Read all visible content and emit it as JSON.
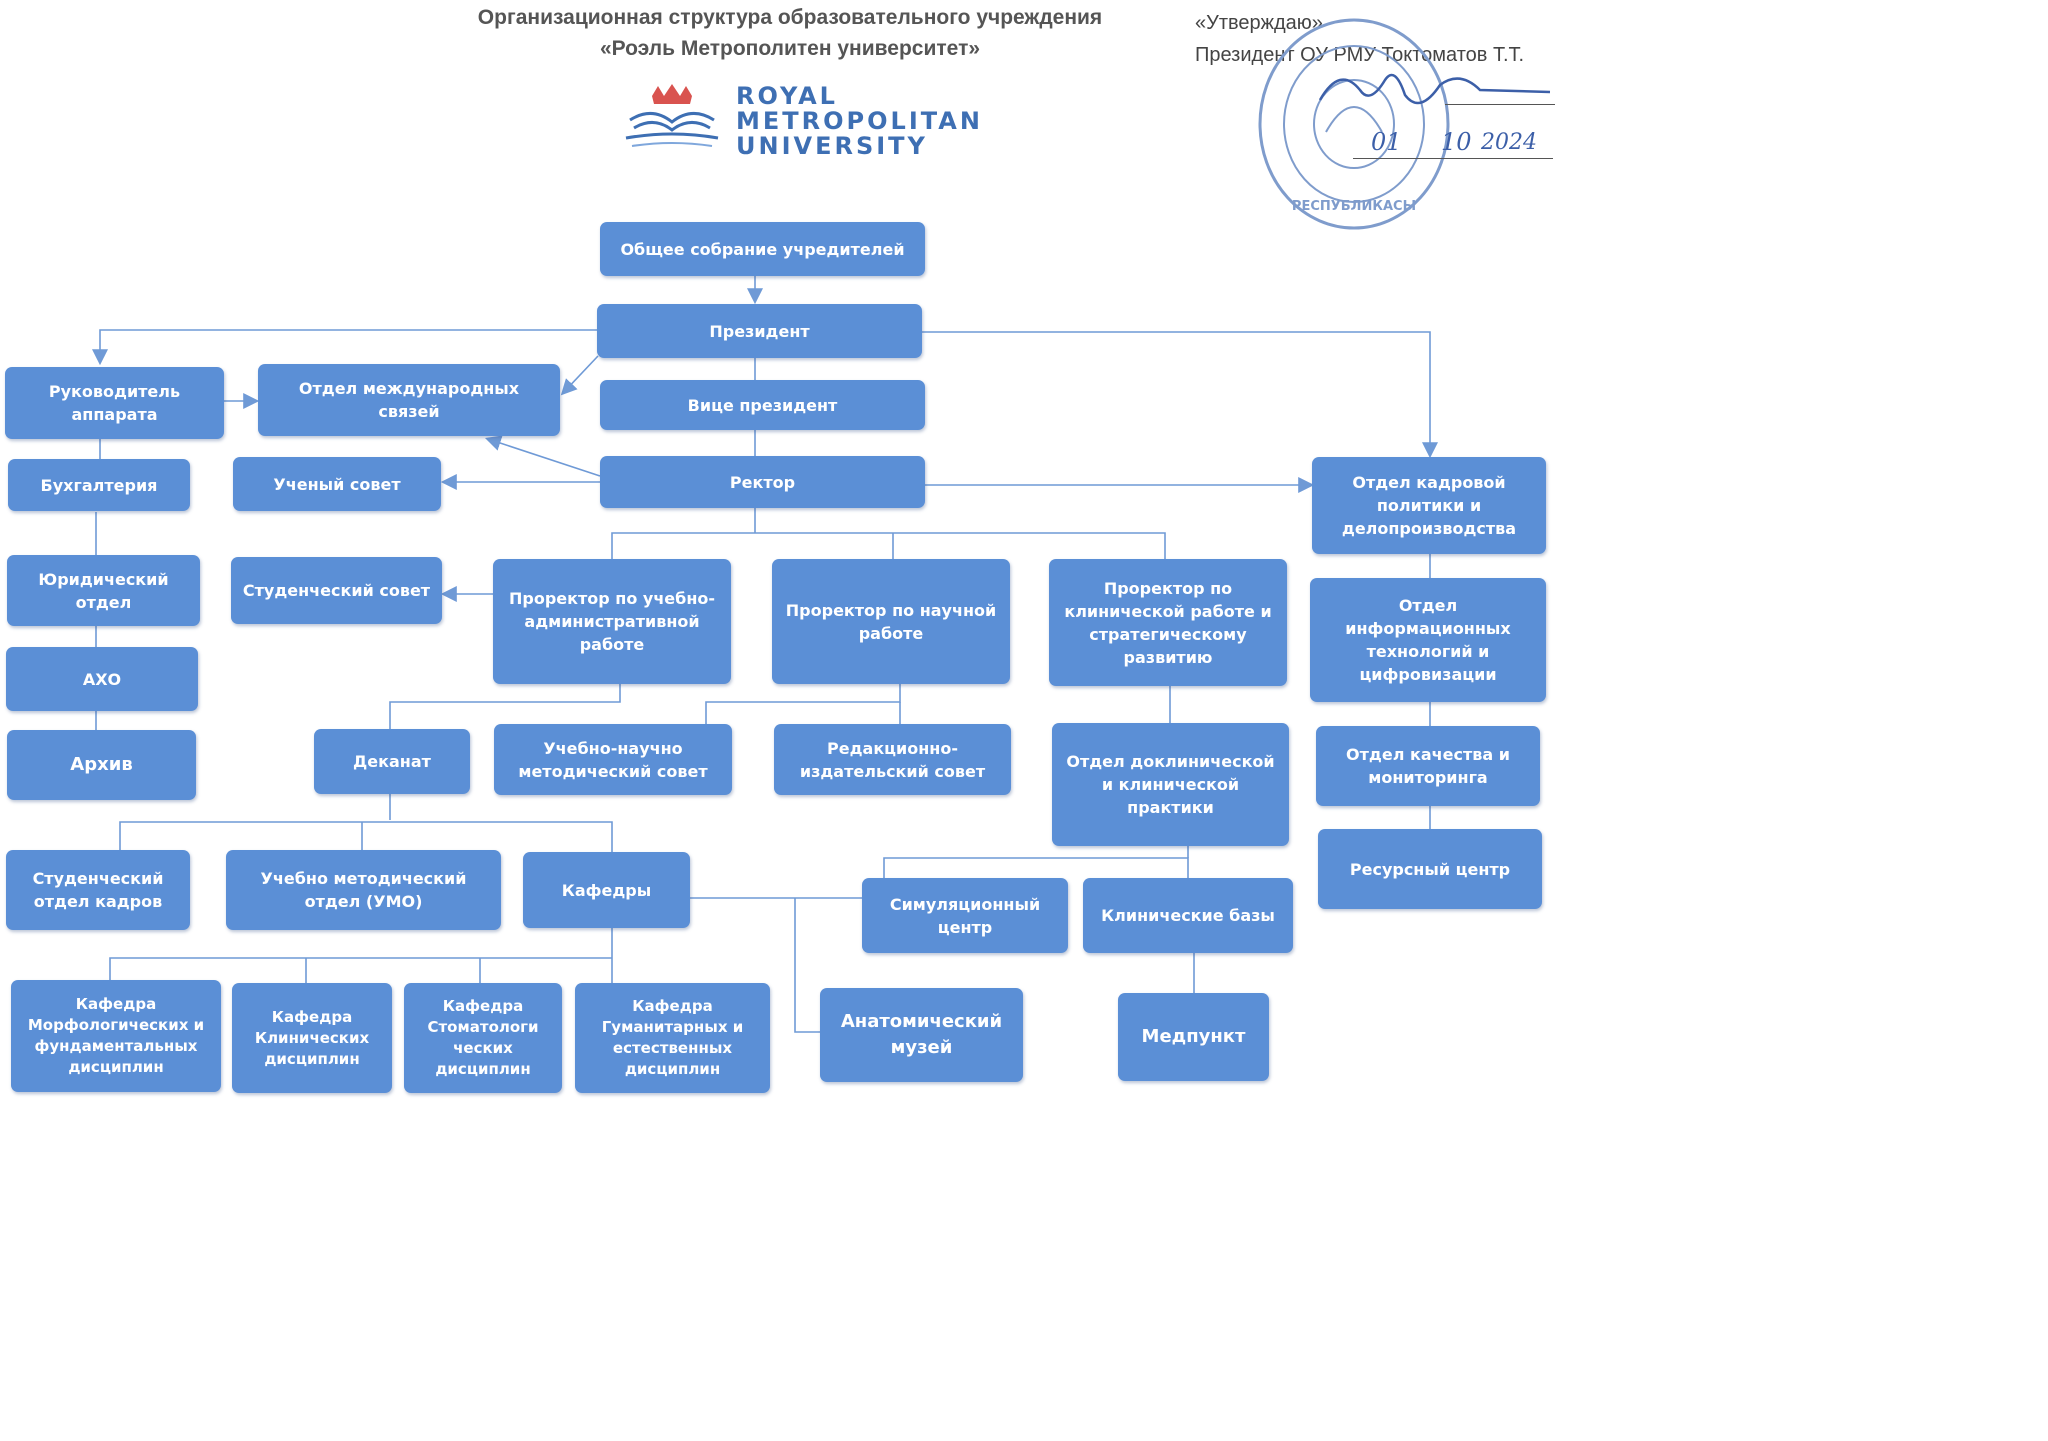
{
  "header": {
    "title_line1": "Организационная структура образовательного учреждения",
    "title_line2": "«Роэль Метрополитен университет»"
  },
  "approval": {
    "line1": "«Утверждаю»",
    "line2": "Президент ОУ РМУ Токтоматов Т.Т.",
    "date_day": "01",
    "date_month": "10",
    "date_year": "2024"
  },
  "logo": {
    "line1": "ROYAL",
    "line2": "METROPOLITAN",
    "line3": "UNIVERSITY"
  },
  "colors": {
    "box": "#5b8fd6",
    "line": "#6f9ad6",
    "text": "#ffffff",
    "stamp": "#7f9ccc"
  },
  "nodes": {
    "general_meeting": "Общее собрание учредителей",
    "president": "Президент",
    "head_of_office": "Руководитель аппарата",
    "intl_dept": "Отдел международных связей",
    "vice_president": "Вице президент",
    "accounting": "Бухгалтерия",
    "academic_council": "Ученый совет",
    "rector": "Ректор",
    "hr_dept": "Отдел кадровой политики и делопроизводства",
    "legal_dept": "Юридический отдел",
    "student_council": "Студенческий совет",
    "prorector_admin": "Проректор по учебно-административной работе",
    "prorector_science": "Проректор по научной работе",
    "prorector_clinical": "Проректор по клинической работе и стратегическому развитию",
    "it_dept": "Отдел информационных технологий и цифровизации",
    "aho": "АХО",
    "archive": "Архив",
    "deanery": "Деканат",
    "methodical_council": "Учебно-научно методический совет",
    "editorial_council": "Редакционно-издательский совет",
    "clinical_practice": "Отдел доклинической и клинической практики",
    "quality_dept": "Отдел качества и мониторинга",
    "resource_center": "Ресурсный центр",
    "student_hr": "Студенческий отдел кадров",
    "umo": "Учебно методический отдел (УМО)",
    "departments": "Кафедры",
    "simulation_center": "Симуляционный центр",
    "clinical_bases": "Клинические базы",
    "dept_morph": "Кафедра Морфологических и фундаментальных дисциплин",
    "dept_clinical": "Кафедра Клинических дисциплин",
    "dept_dental": "Кафедра Стоматологи ческих дисциплин",
    "dept_humanities": "Кафедра Гуманитарных и естественных дисциплин",
    "anatomy_museum": "Анатомический музей",
    "medpoint": "Медпункт"
  }
}
